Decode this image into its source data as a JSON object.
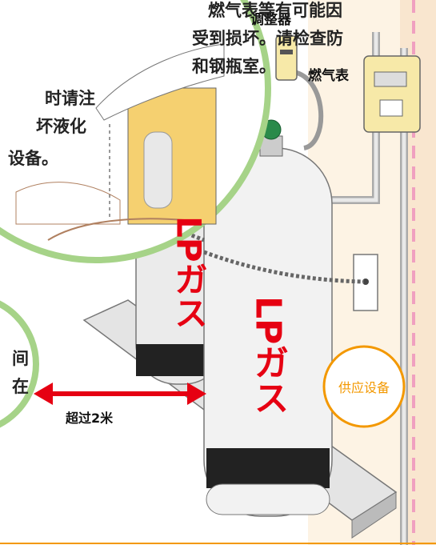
{
  "labels": {
    "regulator": "调整器",
    "gas_meter": "燃气表",
    "distance": "超过2米",
    "supply_equipment": "供应设备",
    "cylinder_katakana_1": "LPガス",
    "cylinder_katakana_2": "LPガス"
  },
  "callout_top": {
    "lines": [
      "燃气表等有可能因",
      "受到损坏。请检查防",
      "和钢瓶室。",
      "时请注",
      "坏液化",
      "设备。"
    ]
  },
  "callout_left": {
    "lines": [
      "间",
      "在"
    ]
  },
  "colors": {
    "accent_red": "#e60012",
    "circle_green": "#a6d388",
    "orange": "#f39800",
    "pink_dash": "#f0a0c0",
    "wall": "#fdf3e4"
  }
}
